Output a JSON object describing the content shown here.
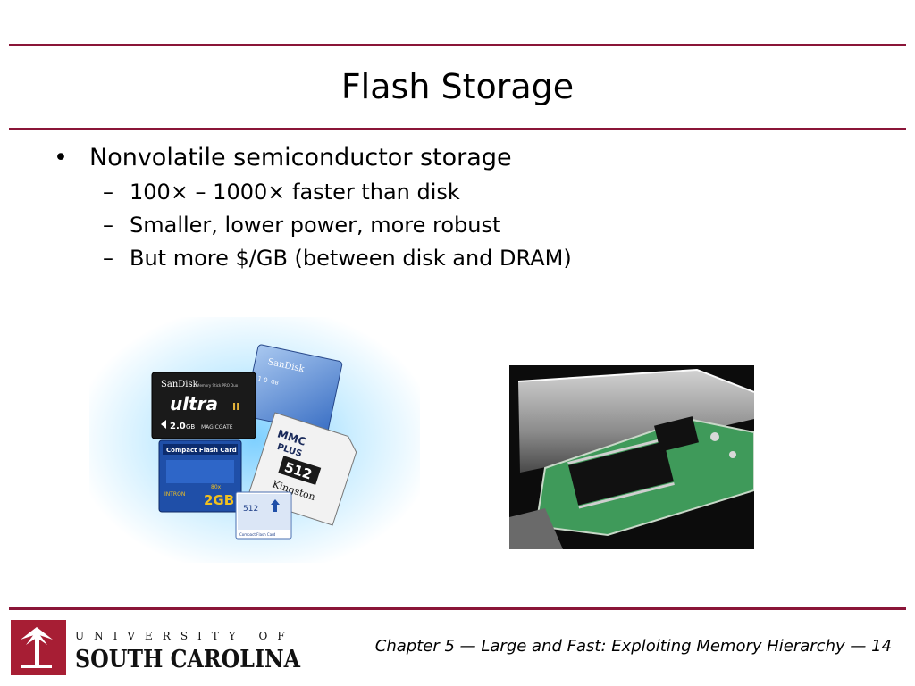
{
  "slide": {
    "title": "Flash Storage",
    "bullets": [
      {
        "marker": "•",
        "text": "Nonvolatile semiconductor storage",
        "subitems": [
          {
            "marker": "–",
            "text": "100× – 1000× faster than disk"
          },
          {
            "marker": "–",
            "text": "Smaller, lower power, more robust"
          },
          {
            "marker": "–",
            "text": "But more $/GB (between disk and DRAM)"
          }
        ]
      }
    ]
  },
  "images": {
    "cards": {
      "icon": "memory-cards-photo",
      "sandisk_logo": "SanDisk",
      "stick_label": "Memory Stick PRO Duo",
      "ultra_brand": "ultra",
      "ultra_gen": "II",
      "ultra_capacity": "2.0",
      "ultra_unit": "GB",
      "magicgate": "MAGICGATE",
      "sandisk_logo_2": "SanDisk",
      "blue_capacity": "1.0",
      "blue_unit": "GB",
      "mmc_line1": "MMC",
      "mmc_line2": "PLUS",
      "mmc_capacity": "512",
      "kingston": "Kingston",
      "cf_title": "Compact Flash Card",
      "cf_capacity": "2GB",
      "cf_brand": "INTRON",
      "cf_speed": "80x",
      "small_capacity": "512",
      "small_footer": "Compact Flash Card"
    },
    "usb": {
      "icon": "usb-drive-internals-photo"
    }
  },
  "footer": {
    "logo_line1": "UNIVERSITY OF",
    "logo_line2": "SOUTH CAROLINA",
    "caption": "Chapter 5 — Large and Fast: Exploiting Memory Hierarchy — 14"
  },
  "colors": {
    "accent": "#8a1538",
    "logo_red": "#a71e34",
    "card_blue": "#1f4fa8",
    "pcb_green": "#3f9a5a"
  }
}
